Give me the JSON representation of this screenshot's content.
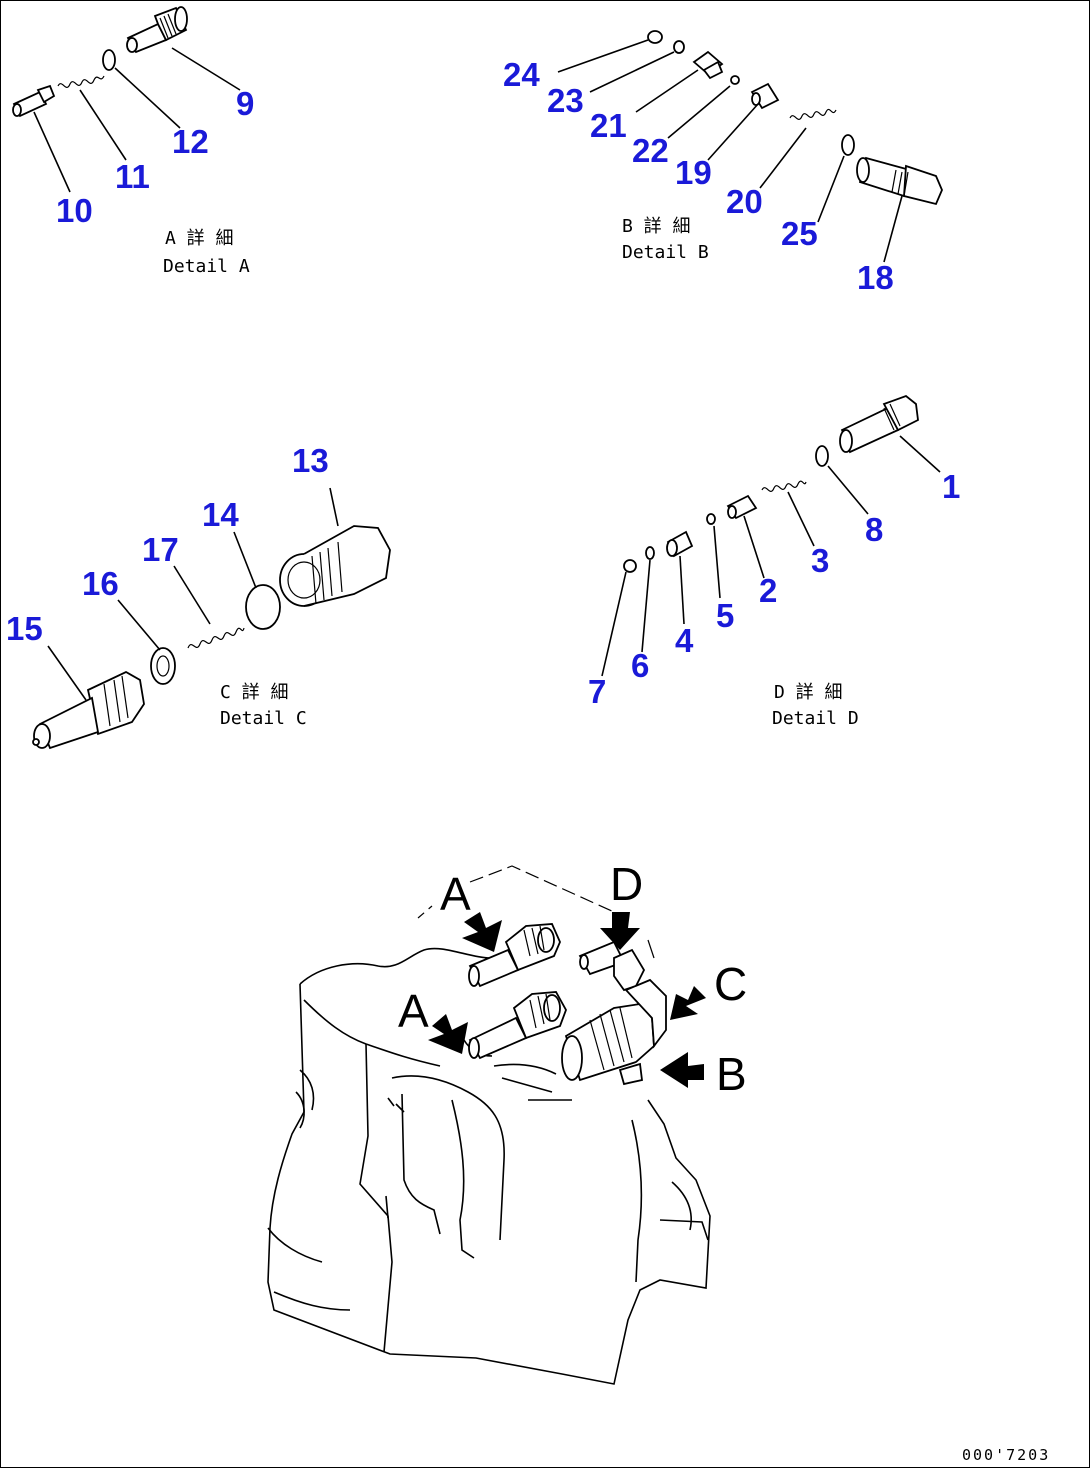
{
  "callouts": {
    "n1": "1",
    "n2": "2",
    "n3": "3",
    "n4": "4",
    "n5": "5",
    "n6": "6",
    "n7": "7",
    "n8": "8",
    "n9": "9",
    "n10": "10",
    "n11": "11",
    "n12": "12",
    "n13": "13",
    "n14": "14",
    "n15": "15",
    "n16": "16",
    "n17": "17",
    "n18": "18",
    "n19": "19",
    "n20": "20",
    "n21": "21",
    "n22": "22",
    "n23": "23",
    "n24": "24",
    "n25": "25"
  },
  "details": {
    "a": {
      "jp": "A 詳 細",
      "en": "Detail A"
    },
    "b": {
      "jp": "B 詳 細",
      "en": "Detail B"
    },
    "c": {
      "jp": "C 詳 細",
      "en": "Detail C"
    },
    "d": {
      "jp": "D 詳 細",
      "en": "Detail D"
    }
  },
  "assembly_markers": {
    "a1": "A",
    "a2": "A",
    "b": "B",
    "c": "C",
    "d": "D"
  },
  "drawing_code": "000'7203",
  "colors": {
    "callout": "#1a1ad8",
    "line": "#000000",
    "background": "#ffffff"
  }
}
